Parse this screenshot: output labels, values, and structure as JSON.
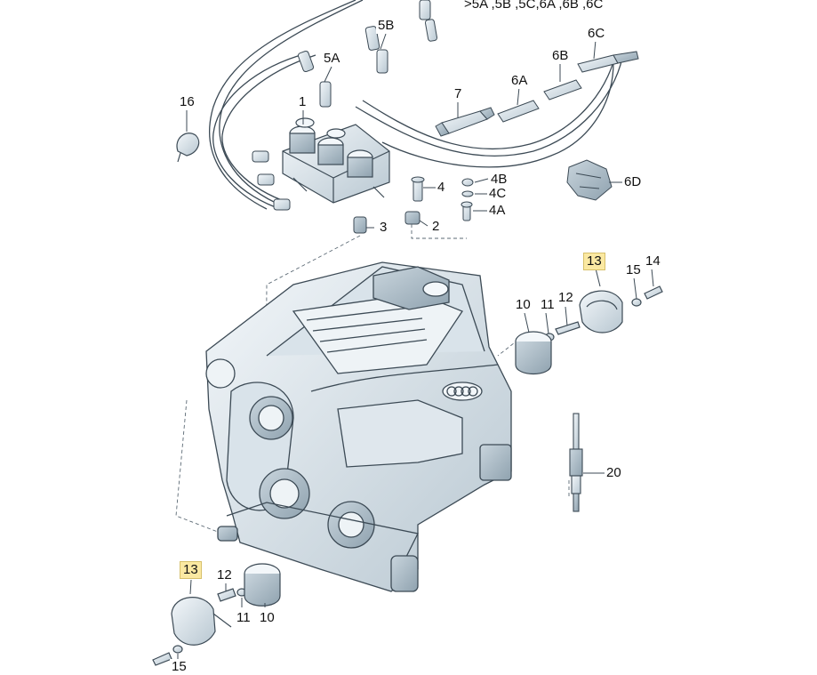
{
  "callouts": {
    "c1": "1",
    "c2": "2",
    "c3": "3",
    "c4": "4",
    "c4a": "4A",
    "c4b": "4B",
    "c4c": "4C",
    "c5a": "5A",
    "c5b": "5B",
    "c6a": "6A",
    "c6b": "6B",
    "c6c": "6C",
    "c6d": "6D",
    "c7": "7",
    "c10r": "10",
    "c11r": "11",
    "c12r": "12",
    "c13r": "13",
    "c14": "14",
    "c15r": "15",
    "c13l": "13",
    "c12l": "12",
    "c11l": "11",
    "c10l": "10",
    "c15l": "15",
    "c16": "16",
    "c20": "20"
  },
  "top_annotation": ">5A ,5B ,5C,6A ,6B ,6C",
  "colors": {
    "part_fill": "#e6edf2",
    "part_shadow": "#b9c8d2",
    "outline": "#3c4a55",
    "highlight": "#fbe9a2"
  }
}
